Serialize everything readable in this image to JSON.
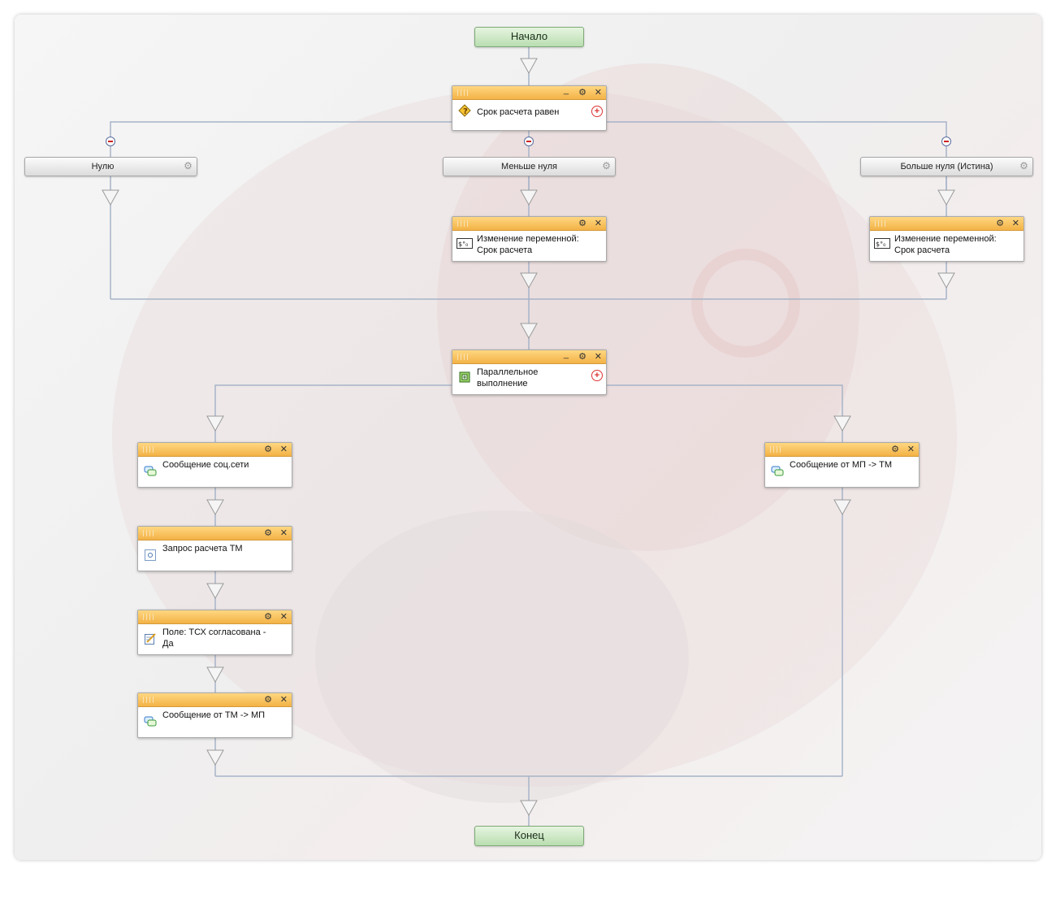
{
  "start_label": "Начало",
  "end_label": "Конец",
  "colors": {
    "node_header": "#f3b246",
    "terminal_fill": "#b9deb0",
    "connector": "#a6b4c8"
  },
  "condition_node": {
    "label": "Срок расчета равен",
    "icon": "condition-icon"
  },
  "branches": [
    {
      "label": "Нулю"
    },
    {
      "label": "Меньше нуля"
    },
    {
      "label": "Больше нуля (Истина)"
    }
  ],
  "var_change_left": {
    "line1": "Изменение переменной:",
    "line2": "Срок расчета",
    "icon": "variable-icon"
  },
  "var_change_right": {
    "line1": "Изменение переменной:",
    "line2": "Срок расчета",
    "icon": "variable-icon"
  },
  "parallel_node": {
    "line1": "Параллельное",
    "line2": "выполнение",
    "icon": "parallel-icon"
  },
  "left_chain": [
    {
      "line1": "Сообщение соц.сети",
      "line2": "",
      "icon": "message-icon"
    },
    {
      "line1": "Запрос расчета ТМ",
      "line2": "",
      "icon": "request-icon"
    },
    {
      "line1": "Поле: ТСХ согласована -",
      "line2": "Да",
      "icon": "edit-field-icon"
    },
    {
      "line1": "Сообщение от ТМ -> МП",
      "line2": "",
      "icon": "message-icon"
    }
  ],
  "right_node": {
    "line1": "Сообщение от МП -> ТМ",
    "line2": "",
    "icon": "message-icon"
  }
}
